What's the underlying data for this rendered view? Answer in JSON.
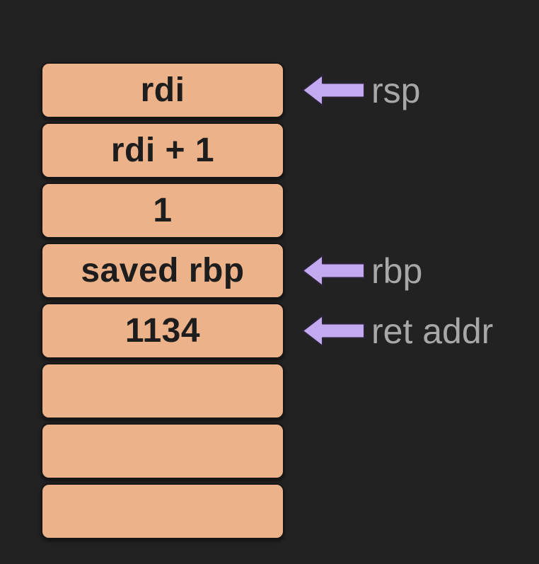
{
  "colors": {
    "background": "#222222",
    "box_fill": "#ecb28a",
    "box_outline": "#161616",
    "box_text": "#1d1d1d",
    "arrow_fill": "#c3a9f0",
    "arrow_outline": "#2b2436",
    "label_text": "#a8a8a8"
  },
  "stack": {
    "rows": [
      {
        "value": "rdi",
        "pointer": "rsp"
      },
      {
        "value": "rdi + 1",
        "pointer": ""
      },
      {
        "value": "1",
        "pointer": ""
      },
      {
        "value": "saved rbp",
        "pointer": "rbp"
      },
      {
        "value": "1134",
        "pointer": "ret addr"
      },
      {
        "value": "",
        "pointer": ""
      },
      {
        "value": "",
        "pointer": ""
      },
      {
        "value": "",
        "pointer": ""
      }
    ]
  }
}
